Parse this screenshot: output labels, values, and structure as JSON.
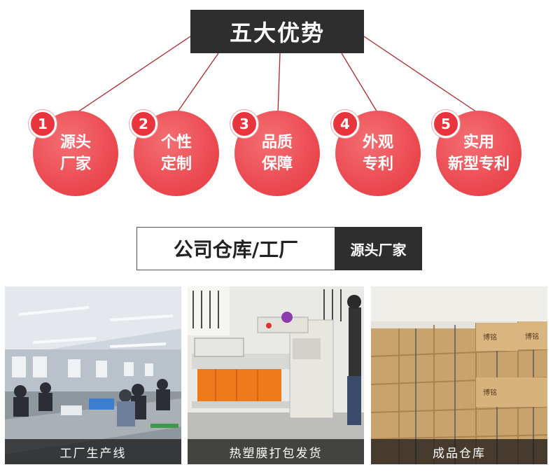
{
  "advantages": {
    "title": "五大优势",
    "items": [
      {
        "number": "1",
        "line1": "源头",
        "line2": "厂家"
      },
      {
        "number": "2",
        "line1": "个性",
        "line2": "定制"
      },
      {
        "number": "3",
        "line1": "品质",
        "line2": "保障"
      },
      {
        "number": "4",
        "line1": "外观",
        "line2": "专利"
      },
      {
        "number": "5",
        "line1": "实用",
        "line2": "新型专利"
      }
    ]
  },
  "warehouse": {
    "title": "公司仓库/工厂",
    "tag": "源头厂家",
    "photos": [
      {
        "caption": "工厂生产线"
      },
      {
        "caption": "热塑膜打包发货"
      },
      {
        "caption": "成品仓库"
      }
    ]
  },
  "box_brand": "博铭",
  "colors": {
    "accent_red": "#ec4b52",
    "dark_box": "#2e2e2e"
  }
}
